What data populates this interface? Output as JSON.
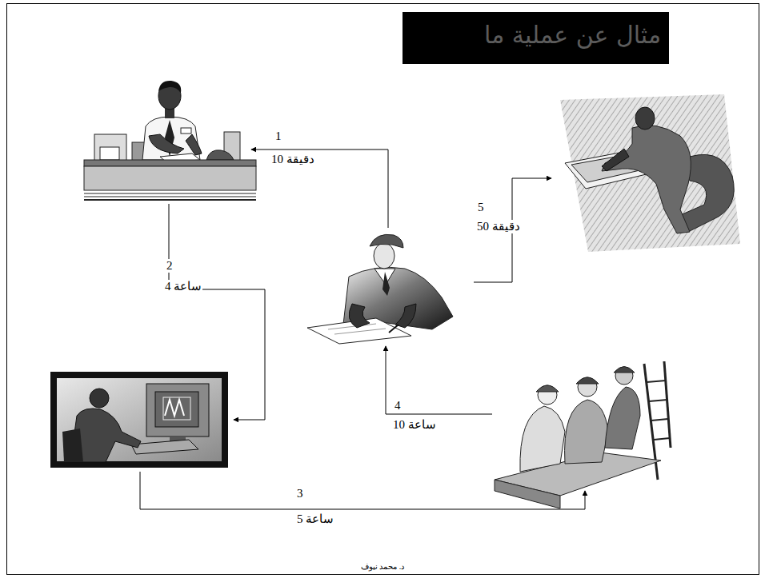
{
  "diagram": {
    "title": "مثال عن عملية ما",
    "labels": [
      "1",
      "10 دقيقة",
      "2",
      "4 ساعة",
      "3",
      "5 ساعة",
      "4",
      "10 ساعة",
      "5",
      "50 دقيقة",
      "د. محمد نيوف"
    ]
  }
}
